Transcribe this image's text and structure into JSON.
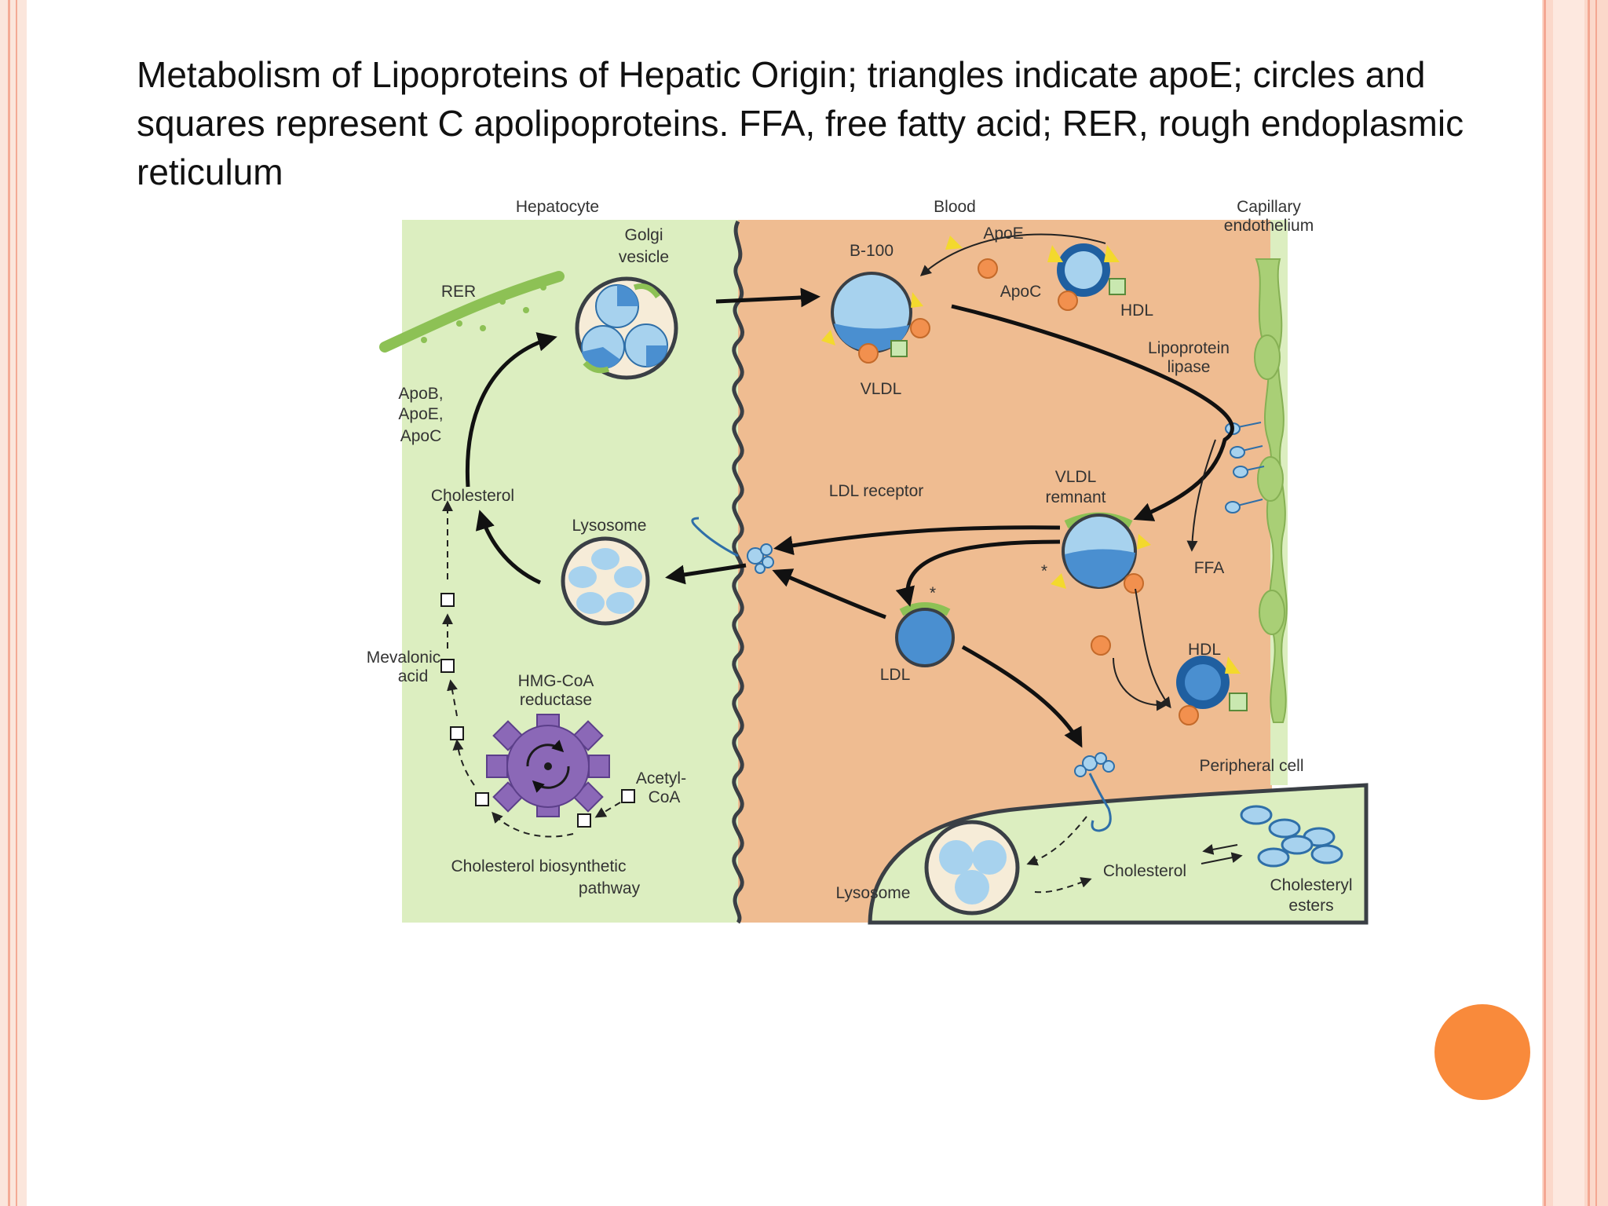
{
  "slide": {
    "title": "Metabolism of Lipoproteins of Hepatic Origin; triangles indicate apoE; circles and squares represent C apolipoproteins. FFA, free fatty acid; RER, rough endoplasmic reticulum"
  },
  "colors": {
    "hepatocyte": "#dceec0",
    "blood": "#efbc91",
    "capillary": "#a9cf76",
    "lipoprotein": "#a7d2ee",
    "core": "#4a8fd0",
    "apoB": "#8dc155",
    "apoE": "#f3d92d",
    "apoC": "#f2904e",
    "reductase": "#8b68b7",
    "accent_dot": "#f98a3b"
  },
  "diagram": {
    "hepatocyte": "Hepatocyte",
    "blood": "Blood",
    "capillary_line1": "Capillary",
    "capillary_line2": "endothelium",
    "golgi_line1": "Golgi",
    "golgi_line2": "vesicle",
    "rer": "RER",
    "b100": "B-100",
    "apoe": "ApoE",
    "apoc": "ApoC",
    "hdl_top": "HDL",
    "vldl": "VLDL",
    "lpl_line1": "Lipoprotein",
    "lpl_line2": "lipase",
    "apo_list_line1": "ApoB,",
    "apo_list_line2": "ApoE,",
    "apo_list_line3": "ApoC",
    "cholesterol_left": "Cholesterol",
    "lysosome_left": "Lysosome",
    "ldl_receptor": "LDL receptor",
    "vldl_remnant_line1": "VLDL",
    "vldl_remnant_line2": "remnant",
    "ffa": "FFA",
    "mevalonic_line1": "Mevalonic",
    "mevalonic_line2": "acid",
    "hmg_line1": "HMG-CoA",
    "hmg_line2": "reductase",
    "ldl": "LDL",
    "hdl_lower": "HDL",
    "acetyl_line1": "Acetyl-",
    "acetyl_line2": "CoA",
    "peripheral_cell": "Peripheral cell",
    "pathway_line1": "Cholesterol biosynthetic",
    "pathway_line2": "pathway",
    "lysosome_right": "Lysosome",
    "cholesterol_right": "Cholesterol",
    "esters_line1": "Cholesteryl",
    "esters_line2": "esters",
    "star1": "*",
    "star2": "*"
  }
}
